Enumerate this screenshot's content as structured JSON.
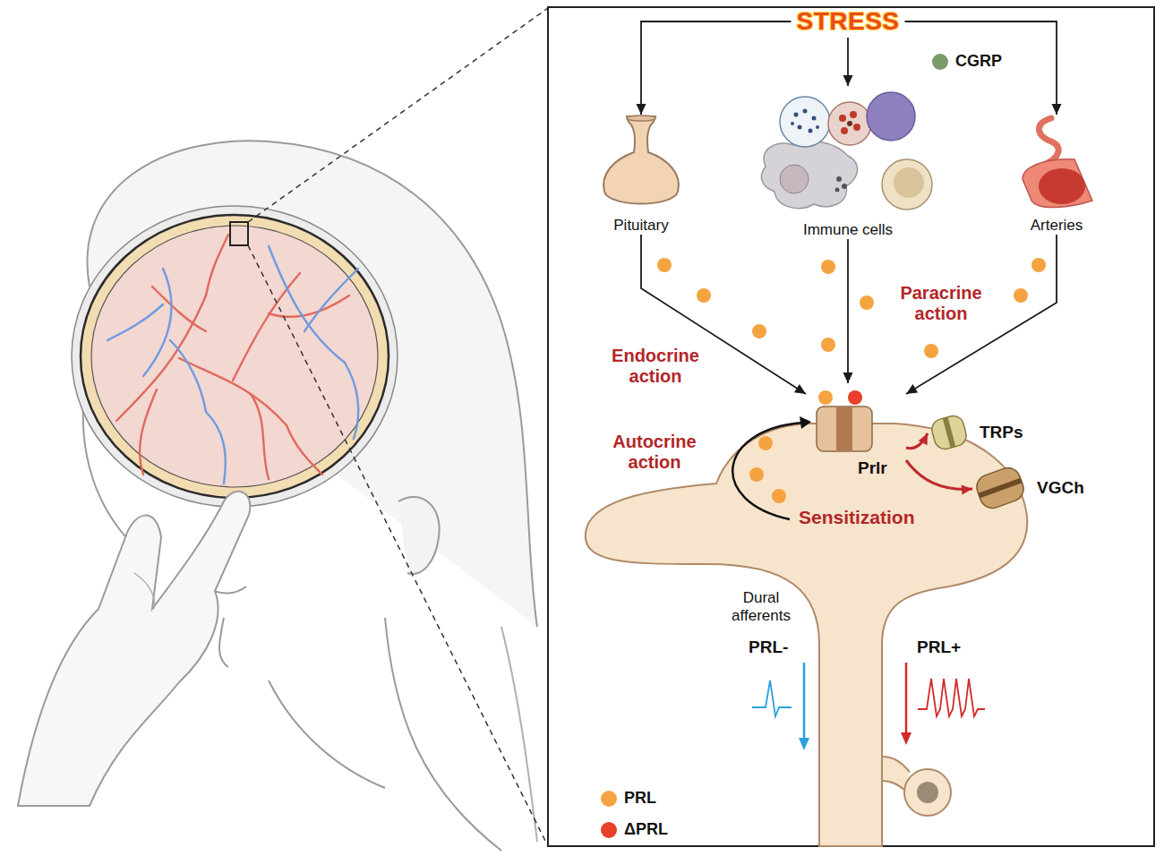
{
  "diagram": {
    "nodes": [
      {
        "text": [
          "STRESS"
        ]
      },
      {
        "text": [
          "Pituitary"
        ]
      },
      {
        "text": [
          "Immune cells"
        ]
      },
      {
        "text": [
          "Arteries"
        ]
      },
      {
        "text": [
          "Prlr"
        ]
      },
      {
        "text": [
          "TRPs"
        ]
      },
      {
        "text": [
          "VGCh"
        ]
      }
    ],
    "edges": [
      {
        "from": 0,
        "to": 1,
        "arrow": "to"
      },
      {
        "from": 0,
        "to": 2,
        "arrow": "to"
      },
      {
        "from": 0,
        "to": 3,
        "arrow": "to"
      },
      {
        "from": 1,
        "to": 4,
        "arrow": "to"
      },
      {
        "from": 2,
        "to": 4,
        "arrow": "to"
      },
      {
        "from": 3,
        "to": 4,
        "arrow": "to"
      },
      {
        "from": 4,
        "to": 5,
        "arrow": "to"
      },
      {
        "from": 4,
        "to": 6,
        "arrow": "to"
      }
    ],
    "labels": [
      "Endocrine action",
      "Paracrine action",
      "Autocrine action",
      "Sensitization",
      "Dural afferents",
      "PRL-",
      "PRL+"
    ],
    "legend": [
      {
        "text": "CGRP",
        "color": "#7a9a6a"
      },
      {
        "text": "PRL",
        "color": "#f5a340"
      },
      {
        "text": "ΔPRL",
        "color": "#e8402a"
      }
    ]
  }
}
